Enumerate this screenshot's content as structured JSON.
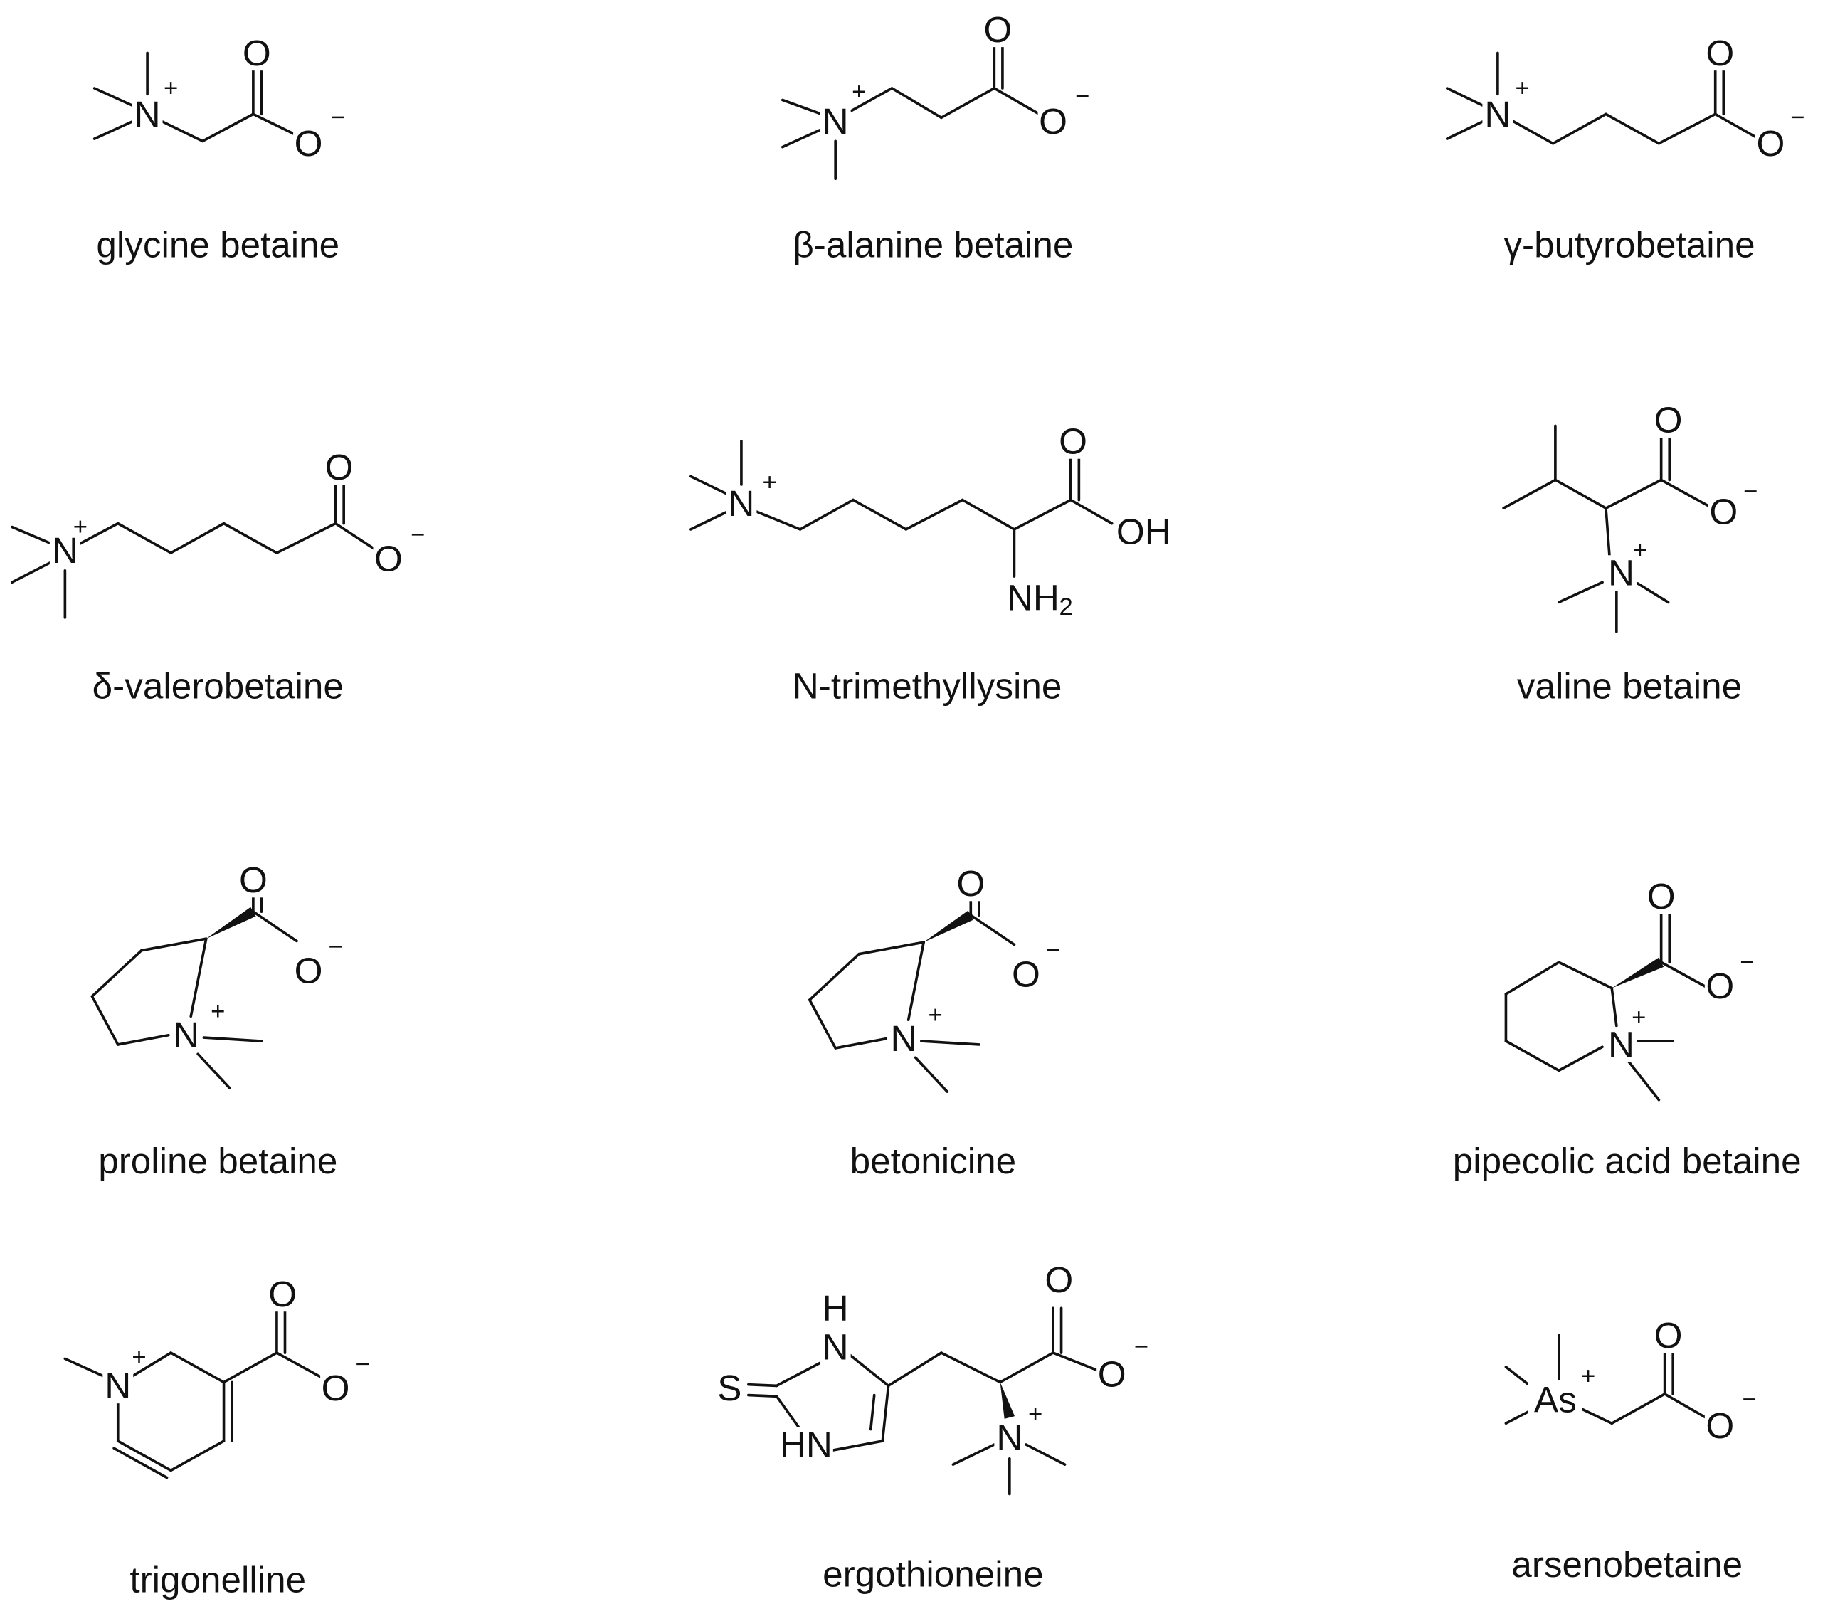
{
  "compounds": [
    {
      "name": "glycine betaine",
      "atoms": [
        "N",
        "+",
        "O",
        "O",
        "−"
      ]
    },
    {
      "name": "β-alanine betaine",
      "atoms": [
        "N",
        "+",
        "O",
        "O",
        "−"
      ]
    },
    {
      "name": "γ-butyrobetaine",
      "atoms": [
        "N",
        "+",
        "O",
        "O",
        "−"
      ]
    },
    {
      "name": "δ-valerobetaine",
      "atoms": [
        "N",
        "+",
        "O",
        "O",
        "−"
      ]
    },
    {
      "name": "N-trimethyllysine",
      "atoms": [
        "N",
        "+",
        "O",
        "OH",
        "NH",
        "2"
      ]
    },
    {
      "name": "valine betaine",
      "atoms": [
        "O",
        "O",
        "−",
        "N",
        "+"
      ]
    },
    {
      "name": "proline betaine",
      "atoms": [
        "N",
        "+",
        "O",
        "O",
        "−"
      ]
    },
    {
      "name": "betonicine",
      "atoms": [
        "N",
        "+",
        "O",
        "O",
        "−"
      ]
    },
    {
      "name": "pipecolic acid betaine",
      "atoms": [
        "N",
        "+",
        "O",
        "O",
        "−"
      ]
    },
    {
      "name": "trigonelline",
      "atoms": [
        "N",
        "+",
        "O",
        "O",
        "−"
      ]
    },
    {
      "name": "ergothioneine",
      "atoms": [
        "S",
        "N",
        "H",
        "HN",
        "O",
        "O",
        "−",
        "N",
        "+"
      ]
    },
    {
      "name": "arsenobetaine",
      "atoms": [
        "As",
        "+",
        "O",
        "O",
        "−"
      ]
    }
  ]
}
